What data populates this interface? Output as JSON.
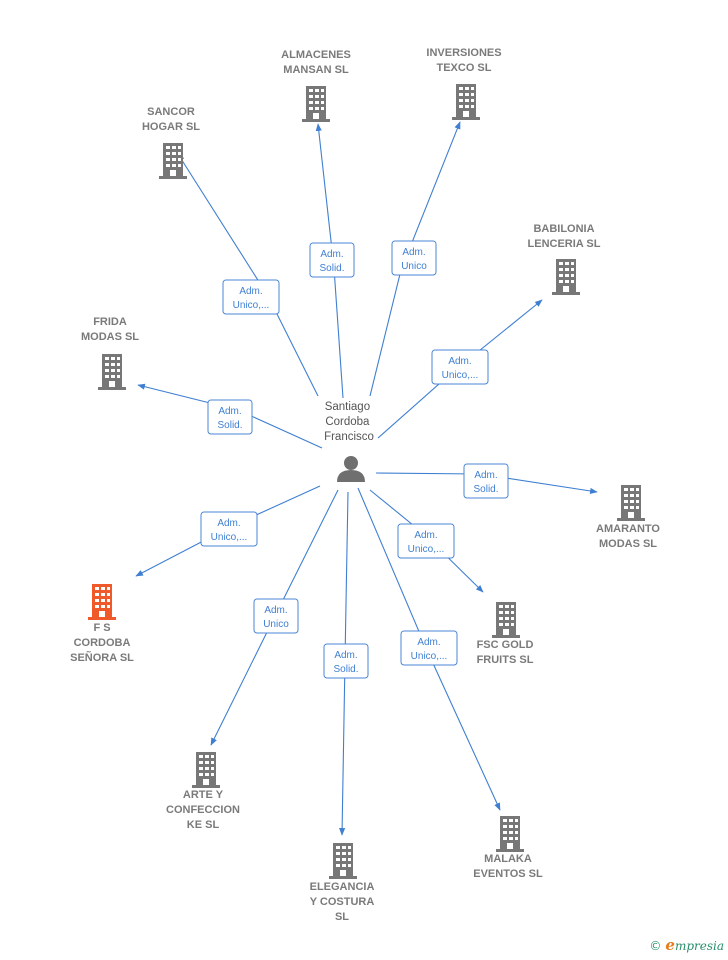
{
  "center": {
    "label_lines": [
      "Santiago",
      "Cordoba",
      "Francisco"
    ],
    "icon": "person-icon"
  },
  "colors": {
    "edge": "#3f7fd1",
    "building": "#777777",
    "highlight": "#f05a2a"
  },
  "nodes": [
    {
      "id": "almacenes",
      "lines": [
        "ALMACENES",
        "MANSAN SL"
      ],
      "icon": "building-icon",
      "highlight": false
    },
    {
      "id": "inversiones",
      "lines": [
        "INVERSIONES",
        "TEXCO  SL"
      ],
      "icon": "building-icon",
      "highlight": false
    },
    {
      "id": "sancor",
      "lines": [
        "SANCOR",
        "HOGAR  SL"
      ],
      "icon": "building-icon",
      "highlight": false
    },
    {
      "id": "babilonia",
      "lines": [
        "BABILONIA",
        "LENCERIA  SL"
      ],
      "icon": "building-icon",
      "highlight": false
    },
    {
      "id": "frida",
      "lines": [
        "FRIDA",
        "MODAS SL"
      ],
      "icon": "building-icon",
      "highlight": false
    },
    {
      "id": "amaranto",
      "lines": [
        "AMARANTO",
        "MODAS SL"
      ],
      "icon": "building-icon",
      "highlight": false
    },
    {
      "id": "fscordoba",
      "lines": [
        "F S",
        "CORDOBA",
        "SEÑORA  SL"
      ],
      "icon": "building-icon",
      "highlight": true
    },
    {
      "id": "fscgold",
      "lines": [
        "FSC GOLD",
        "FRUITS  SL"
      ],
      "icon": "building-icon",
      "highlight": false
    },
    {
      "id": "arte",
      "lines": [
        "ARTE Y",
        "CONFECCION",
        "KE  SL"
      ],
      "icon": "building-icon",
      "highlight": false
    },
    {
      "id": "elegancia",
      "lines": [
        "ELEGANCIA",
        "Y COSTURA",
        "SL"
      ],
      "icon": "building-icon",
      "highlight": false
    },
    {
      "id": "malaka",
      "lines": [
        "MALAKA",
        "EVENTOS  SL"
      ],
      "icon": "building-icon",
      "highlight": false
    }
  ],
  "edges": [
    {
      "to": "almacenes",
      "role": [
        "Adm.",
        "Solid."
      ]
    },
    {
      "to": "inversiones",
      "role": [
        "Adm.",
        "Unico"
      ]
    },
    {
      "to": "sancor",
      "role": [
        "Adm.",
        "Unico,..."
      ]
    },
    {
      "to": "babilonia",
      "role": [
        "Adm.",
        "Unico,..."
      ]
    },
    {
      "to": "frida",
      "role": [
        "Adm.",
        "Solid."
      ]
    },
    {
      "to": "amaranto",
      "role": [
        "Adm.",
        "Solid."
      ]
    },
    {
      "to": "fscordoba",
      "role": [
        "Adm.",
        "Unico,..."
      ]
    },
    {
      "to": "fscgold",
      "role": [
        "Adm.",
        "Unico,..."
      ]
    },
    {
      "to": "arte",
      "role": [
        "Adm.",
        "Unico"
      ]
    },
    {
      "to": "elegancia",
      "role": [
        "Adm.",
        "Solid."
      ]
    },
    {
      "to": "malaka",
      "role": [
        "Adm.",
        "Unico,..."
      ]
    }
  ],
  "footer": {
    "copyright": "©",
    "brand_first": "e",
    "brand_rest": "mpresia"
  }
}
